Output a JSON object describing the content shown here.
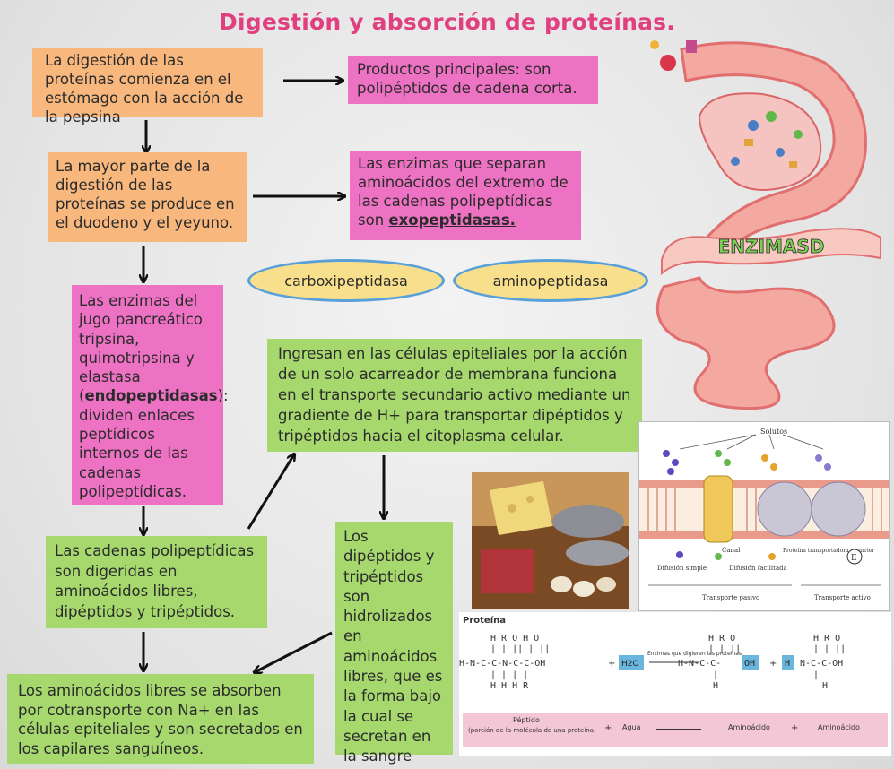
{
  "title": "Digestión y absorción de proteínas.",
  "boxes": {
    "b1": "La digestión de las proteínas comienza en el estómago con la acción de la pepsina",
    "b2": "Productos principales: son polipéptidos de cadena corta.",
    "b3": "La mayor parte de la digestión de las proteínas se produce en el duodeno y el yeyuno.",
    "b4_pre": "Las enzimas que separan aminoácidos del extremo de las cadenas polipeptídicas son ",
    "b4_term": "exopeptidasas.",
    "b5_pre": "Las enzimas del jugo pancreático tripsina, quimotripsina y elastasa (",
    "b5_term": "endopeptidasas",
    "b5_post": "): dividen enlaces peptídicos internos de las cadenas polipeptídicas.",
    "b6": "Ingresan en las células epiteliales por la acción de un solo acarreador de membrana funciona en el transporte secundario activo mediante un gradiente de H+ para transportar dipéptidos y tripéptidos hacia el citoplasma celular.",
    "b7": "Las cadenas polipeptídicas son digeridas en aminoácidos libres, dipéptidos y tripéptidos.",
    "b8": "Los dipéptidos y tripéptidos son hidrolizados en aminoácidos libres, que es la forma bajo la cual se secretan en la sangre",
    "b9": "Los aminoácidos libres se absorben por cotransporte con Na+ en las células epiteliales y son secretados en los capilares sanguíneos."
  },
  "ellipses": {
    "e1": "carboxipeptidasa",
    "e2": "aminopeptidasa"
  },
  "stomach_label": "ENZIMASD",
  "membrane": {
    "solutos": "Solutos",
    "difusion_simple": "Difusión simple",
    "canal": "Canal",
    "difusion_facilitada": "Difusión facilitada",
    "proteina_transportadora": "Proteína transportadora o carrier",
    "transporte_pasivo": "Transporte pasivo",
    "transporte_activo": "Transporte activo",
    "energy": "E"
  },
  "equation": {
    "heading": "Proteína",
    "h2o": "H2O",
    "enzimas": "Enzimas que digieren las proteínas",
    "peptido": "Péptido",
    "peptido_sub": "(porción de la molécula de una proteína)",
    "plus": "+",
    "agua": "Agua",
    "aminoacido1": "Aminoácido",
    "aminoacido2": "Aminoácido"
  },
  "colors": {
    "title": "#e0407f",
    "orange": "#f7b77d",
    "pink": "#ee72c4",
    "green": "#a6d86e",
    "ellipse_fill": "#f7df8c",
    "ellipse_border": "#5aa0d8"
  }
}
